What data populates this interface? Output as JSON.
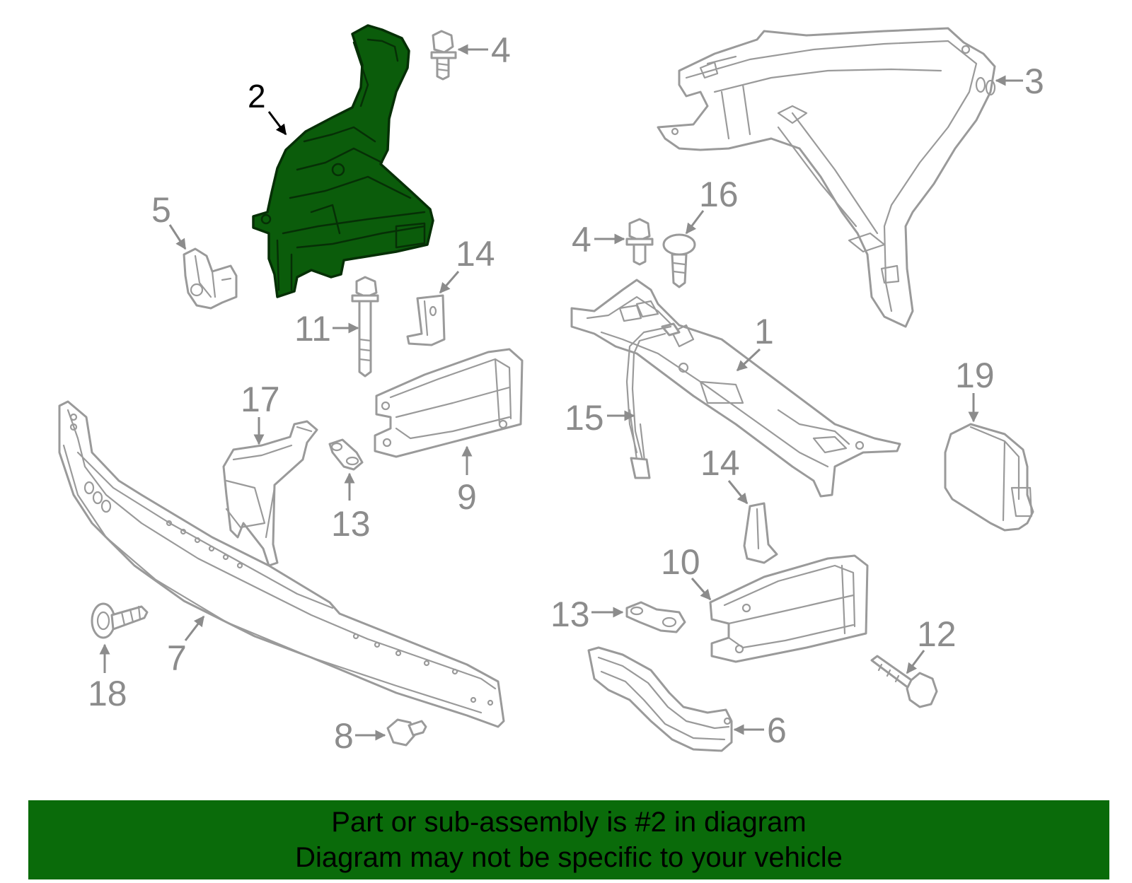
{
  "highlight_color": "#0a6b0a",
  "banner": {
    "line1": "Part or sub-assembly is #2 in diagram",
    "line2": "Diagram may not be specific to your vehicle"
  },
  "callouts": {
    "c1": "1",
    "c2": "2",
    "c3": "3",
    "c4a": "4",
    "c4b": "4",
    "c5": "5",
    "c6": "6",
    "c7": "7",
    "c8": "8",
    "c9": "9",
    "c10": "10",
    "c11": "11",
    "c12": "12",
    "c13a": "13",
    "c13b": "13",
    "c14a": "14",
    "c14b": "14",
    "c15": "15",
    "c16": "16",
    "c17": "17",
    "c18": "18",
    "c19": "19"
  }
}
